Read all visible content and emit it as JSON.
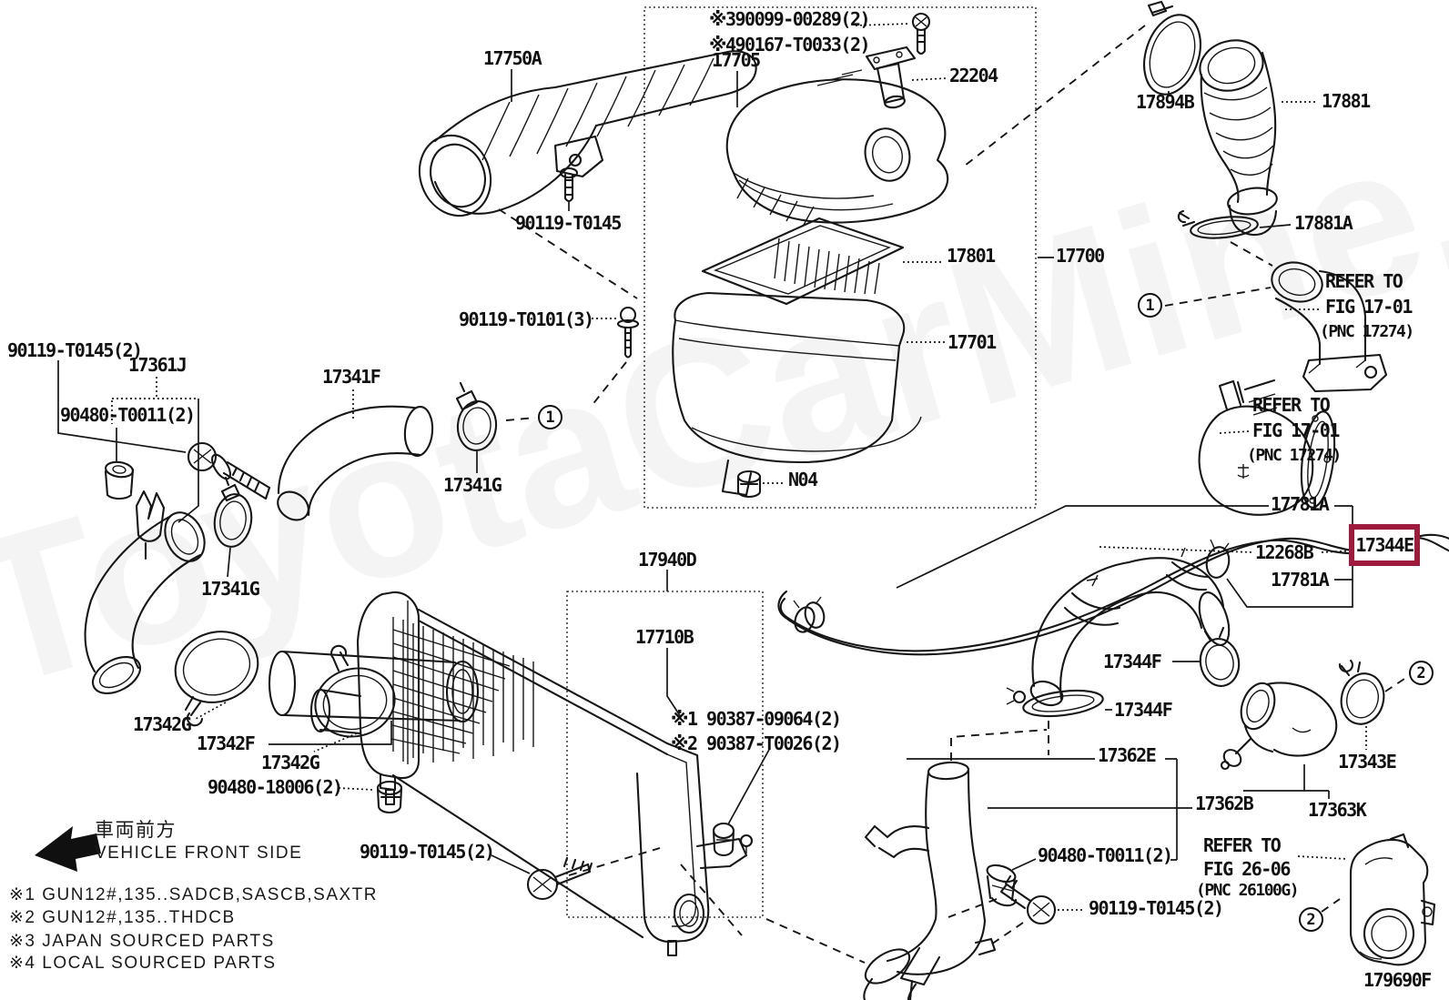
{
  "watermark": "ToyotaCarMine.ru",
  "footer": {
    "diagram_code": "179690F"
  },
  "front_side": {
    "jp": "車両前方",
    "en": "VEHICLE FRONT SIDE"
  },
  "notes": [
    "※1 GUN12#,135..SADCB,SASCB,SAXTR",
    "※2 GUN12#,135..THDCB",
    "※3 JAPAN SOURCED PARTS",
    "※4 LOCAL SOURCED PARTS"
  ],
  "callouts": {
    "one": "1",
    "two": "2"
  },
  "highlight": {
    "part": "17344E",
    "color": "#9e1b3e"
  },
  "labels": {
    "L01": "17750A",
    "L02": "90119-T0145",
    "L03": "※390099-00289(2)",
    "L04": "※490167-T0033(2)",
    "L05": "17705",
    "L06": "22204",
    "L07": "17801",
    "L08": "17700",
    "L09": "17701",
    "L10": "N04",
    "L11": "90119-T0101(3)",
    "L12": "17894B",
    "L13": "17881",
    "L14": "17881A",
    "L15": "REFER TO",
    "L16": "FIG 17-01",
    "L17": "(PNC 17274)",
    "L18": "REFER TO",
    "L19": "FIG 17-01",
    "L20": "(PNC 17274)",
    "L21": "17781A",
    "L22": "12268B",
    "L24": "17781A",
    "L25": "17344F",
    "L26": "17344F",
    "L27": "90119-T0145(2)",
    "L28": "17361J",
    "L29": "90480-T0011(2)",
    "L30": "17341F",
    "L31": "17341G",
    "L32": "17341G",
    "L33": "17342G",
    "L34": "17342F",
    "L35": "17342G",
    "L36": "90480-18006(2)",
    "L37": "17940D",
    "L38": "17710B",
    "L39": "※1 90387-09064(2)",
    "L40": "※2 90387-T0026(2)",
    "L41": "90119-T0145(2)",
    "L42": "17362E",
    "L43": "17362B",
    "L44": "90480-T0011(2)",
    "L45": "90119-T0145(2)",
    "L46": "REFER TO",
    "L47": "FIG 26-06",
    "L48": "(PNC 26100G)",
    "L49": "17343E",
    "L50": "17363K"
  }
}
